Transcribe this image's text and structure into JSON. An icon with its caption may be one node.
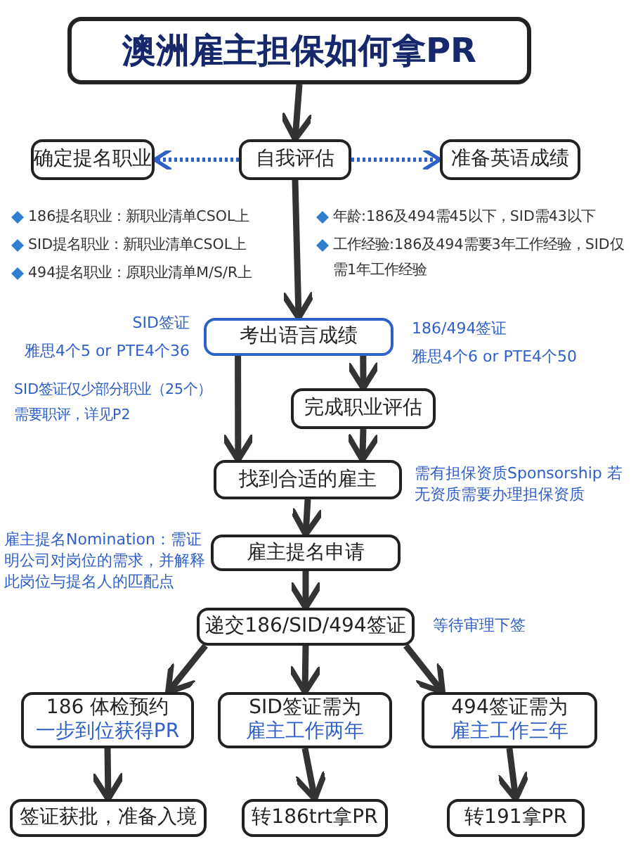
{
  "diagram": {
    "nodes": [
      {
        "text": [
          "澳洲雇主担保如何拿PR"
        ]
      },
      {
        "text": [
          "自我评估"
        ]
      },
      {
        "text": [
          "确定提名职业"
        ]
      },
      {
        "text": [
          "准备英语成绩"
        ]
      },
      {
        "text": [
          "考出语言成绩"
        ],
        "beside": [
          "SID签证",
          "雅思4个5 or PTE4个36",
          "186/494签证",
          "雅思4个6 or PTE4个50"
        ]
      },
      {
        "text": [
          "完成职业评估"
        ]
      },
      {
        "text": [
          "找到合适的雇主"
        ],
        "beside": [
          "需有担保资质Sponsorship 若无资质需要办理担保资质"
        ]
      },
      {
        "text": [
          "雇主提名申请"
        ],
        "beside": [
          "雇主提名Nomination：需证明公司对岗位的需求，并解释此岗位与提名人的匹配点"
        ]
      },
      {
        "text": [
          "递交186/SID/494签证"
        ],
        "beside": [
          "等待审理下签"
        ]
      },
      {
        "text": [
          "186 体检预约",
          "一步到位获得PR"
        ]
      },
      {
        "text": [
          "SID签证需为",
          "雇主工作两年"
        ]
      },
      {
        "text": [
          "494签证需为",
          "雇主工作三年"
        ]
      },
      {
        "text": [
          "签证获批，准备入境"
        ]
      },
      {
        "text": [
          "转186trt拿PR"
        ]
      },
      {
        "text": [
          "转191拿PR"
        ]
      }
    ],
    "edges": [
      {
        "from": 0,
        "to": 1,
        "arrow": "to"
      },
      {
        "from": 1,
        "to": 2,
        "arrow": "to",
        "style": "dashed",
        "color": "#2f5fc8"
      },
      {
        "from": 1,
        "to": 3,
        "arrow": "to",
        "style": "dashed",
        "color": "#2f5fc8"
      },
      {
        "from": 1,
        "to": 4,
        "arrow": "to"
      },
      {
        "from": 4,
        "to": 5,
        "arrow": "to"
      },
      {
        "from": 4,
        "to": 6,
        "arrow": "to"
      },
      {
        "from": 5,
        "to": 6,
        "arrow": "to"
      },
      {
        "from": 6,
        "to": 7,
        "arrow": "to"
      },
      {
        "from": 7,
        "to": 8,
        "arrow": "to"
      },
      {
        "from": 8,
        "to": 9,
        "arrow": "to"
      },
      {
        "from": 8,
        "to": 10,
        "arrow": "to"
      },
      {
        "from": 8,
        "to": 11,
        "arrow": "to"
      },
      {
        "from": 9,
        "to": 12,
        "arrow": "to"
      },
      {
        "from": 10,
        "to": 13,
        "arrow": "to"
      },
      {
        "from": 11,
        "to": 14,
        "arrow": "to"
      }
    ],
    "labels": [
      "186提名职业：新职业清单CSOL上",
      "SID提名职业：新职业清单CSOL上",
      "494提名职业：原职业清单M/S/R上",
      "年龄:186及494需45以下，SID需43以下",
      "工作经验:186及494需要3年工作经验，SID仅需1年工作经验",
      "SID签证仅少部分职业（25个）需要职评，详见P2"
    ]
  }
}
